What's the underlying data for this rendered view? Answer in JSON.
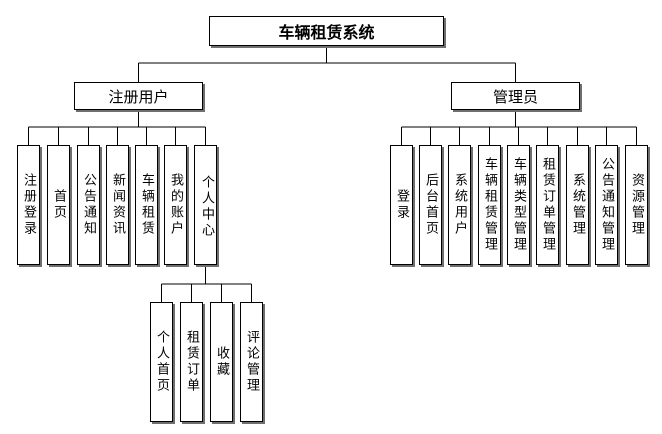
{
  "root": {
    "label": "车辆租赁系统"
  },
  "user": {
    "label": "注册用户",
    "children": [
      "注册登录",
      "首页",
      "公告通知",
      "新闻资讯",
      "车辆租赁",
      "我的账户",
      "个人中心"
    ],
    "center": {
      "children": [
        "个人首页",
        "租赁订单",
        "收藏",
        "评论管理"
      ]
    }
  },
  "admin": {
    "label": "管理员",
    "children": [
      "登录",
      "后台首页",
      "系统用户",
      "车辆租赁管理",
      "车辆类型管理",
      "租赁订单管理",
      "系统管理",
      "公告通知管理",
      "资源管理"
    ]
  }
}
